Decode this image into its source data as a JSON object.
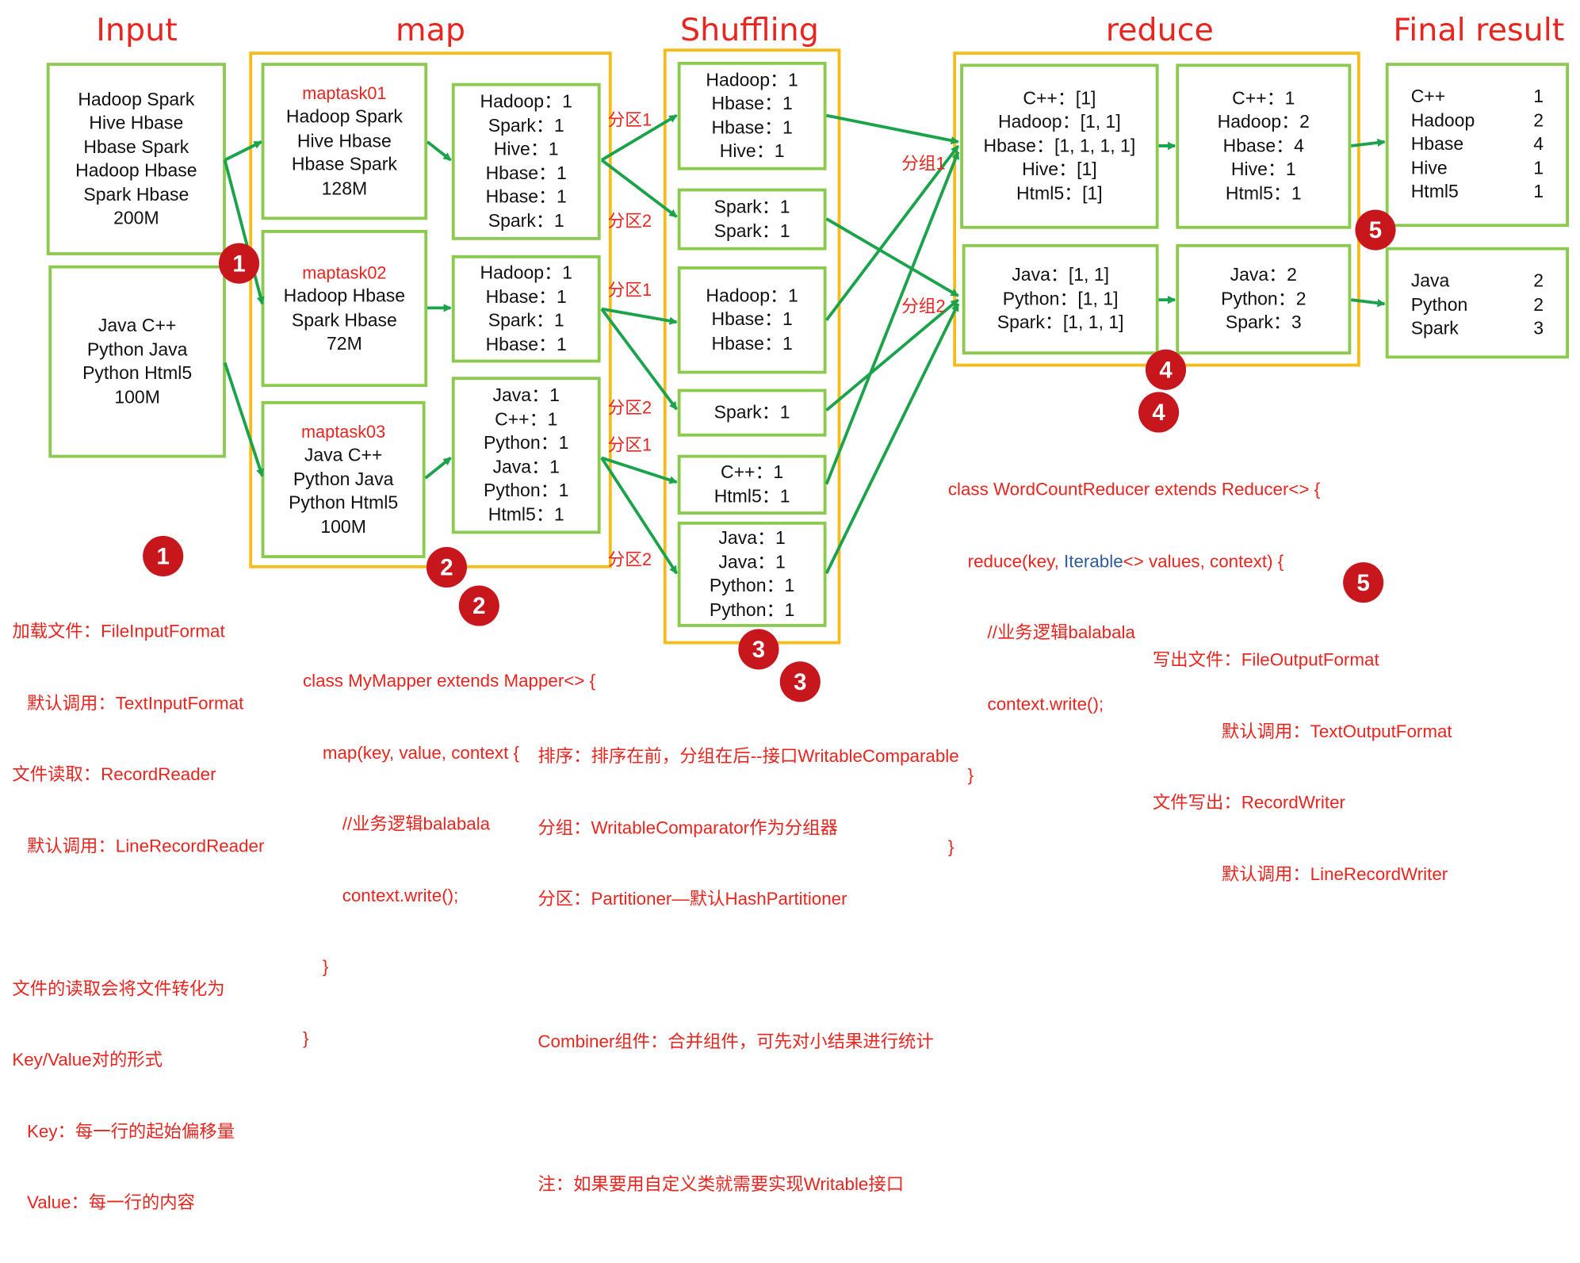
{
  "headers": {
    "input": "Input",
    "map": "map",
    "shuffling": "Shuffling",
    "reduce": "reduce",
    "final": "Final result"
  },
  "input_blocks": [
    [
      "Hadoop Spark",
      "Hive Hbase",
      "Hbase Spark",
      "Hadoop Hbase",
      "Spark Hbase",
      "200M"
    ],
    [
      "Java C++",
      "Python Java",
      "Python Html5",
      "100M"
    ]
  ],
  "maptasks": [
    {
      "name": "maptask01",
      "lines": [
        "Hadoop Spark",
        "Hive Hbase",
        "Hbase Spark",
        "128M"
      ]
    },
    {
      "name": "maptask02",
      "lines": [
        "Hadoop Hbase",
        "Spark Hbase",
        "72M"
      ]
    },
    {
      "name": "maptask03",
      "lines": [
        "Java C++",
        "Python Java",
        "Python Html5",
        "100M"
      ]
    }
  ],
  "map_outputs": [
    [
      "Hadoop：1",
      "Spark：1",
      "Hive：1",
      "Hbase：1",
      "Hbase：1",
      "Spark：1"
    ],
    [
      "Hadoop：1",
      "Hbase：1",
      "Spark：1",
      "Hbase：1"
    ],
    [
      "Java：1",
      "C++：1",
      "Python：1",
      "Java：1",
      "Python：1",
      "Html5：1"
    ]
  ],
  "shuffle_blocks": [
    [
      "Hadoop：1",
      "Hbase：1",
      "Hbase：1",
      "Hive：1"
    ],
    [
      "Spark：1",
      "Spark：1"
    ],
    [
      "Hadoop：1",
      "Hbase：1",
      "Hbase：1"
    ],
    [
      "Spark：1"
    ],
    [
      "C++：1",
      "Html5：1"
    ],
    [
      "Java：1",
      "Java：1",
      "Python：1",
      "Python：1"
    ]
  ],
  "partition_labels": [
    "分区1",
    "分区2",
    "分区1",
    "分区2",
    "分区1",
    "分区2"
  ],
  "group_labels": [
    "分组1",
    "分组2"
  ],
  "reduce_inputs": [
    [
      "C++：[1]",
      "Hadoop：[1, 1]",
      "Hbase：[1, 1, 1, 1]",
      "Hive：[1]",
      "Html5：[1]"
    ],
    [
      "Java：[1, 1]",
      "Python：[1, 1]",
      "Spark：[1, 1, 1]"
    ]
  ],
  "reduce_outputs": [
    [
      "C++：1",
      "Hadoop：2",
      "Hbase：4",
      "Hive：1",
      "Html5：1"
    ],
    [
      "Java：2",
      "Python：2",
      "Spark：3"
    ]
  ],
  "final_results": [
    [
      {
        "k": "C++",
        "v": "1"
      },
      {
        "k": "Hadoop",
        "v": "2"
      },
      {
        "k": "Hbase",
        "v": "4"
      },
      {
        "k": "Hive",
        "v": "1"
      },
      {
        "k": "Html5",
        "v": "1"
      }
    ],
    [
      {
        "k": "Java",
        "v": "2"
      },
      {
        "k": "Python",
        "v": "2"
      },
      {
        "k": "Spark",
        "v": "3"
      }
    ]
  ],
  "badges": {
    "b1": "1",
    "b2": "2",
    "b3": "3",
    "b4": "4",
    "b5": "5"
  },
  "notes": {
    "input": [
      "加载文件：FileInputFormat",
      "   默认调用：TextInputFormat",
      "文件读取：RecordReader",
      "   默认调用：LineRecordReader",
      "",
      "文件的读取会将文件转化为",
      "Key/Value对的形式",
      "   Key：每一行的起始偏移量",
      "   Value：每一行的内容"
    ],
    "mapper": [
      "class MyMapper extends Mapper<> {",
      "    map(key, value, context {",
      "        //业务逻辑balabala",
      "        context.write();",
      "    }",
      "}"
    ],
    "shuffle": [
      "排序：排序在前，分组在后--接口WritableComparable",
      "分组：WritableComparator作为分组器",
      "分区：Partitioner—默认HashPartitioner",
      "",
      "Combiner组件：合并组件，可先对小结果进行统计",
      "",
      "注：如果要用自定义类就需要实现Writable接口"
    ],
    "reducer_l1": "class WordCountReducer extends Reducer<> {",
    "reducer_l2a": "    reduce(key, ",
    "reducer_l2b": "Iterable",
    "reducer_l2c": "<> values, context) {",
    "reducer_rest": [
      "        //业务逻辑balabala",
      "        context.write();",
      "    }",
      "}"
    ],
    "output": [
      "写出文件：FileOutputFormat",
      "              默认调用：TextOutputFormat",
      "文件写出：RecordWriter",
      "              默认调用：LineRecordWriter"
    ]
  },
  "colors": {
    "accent_red": "#e8251f",
    "badge": "#c8161d",
    "box_green": "#8cca4f",
    "frame_orange": "#f6bc1c",
    "arrow_green": "#1aa34a",
    "keyword_blue": "#2e5c9c"
  }
}
